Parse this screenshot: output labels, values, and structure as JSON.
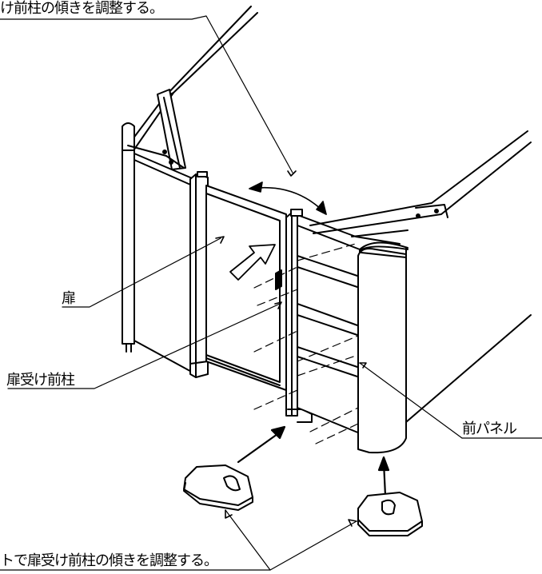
{
  "labels": {
    "top_note": "け前柱の傾きを調整する。",
    "door": "扉",
    "door_post": "扉受け前柱",
    "front_panel": "前パネル",
    "bottom_note": "トで扉受け前柱の傾きを調整する。"
  }
}
